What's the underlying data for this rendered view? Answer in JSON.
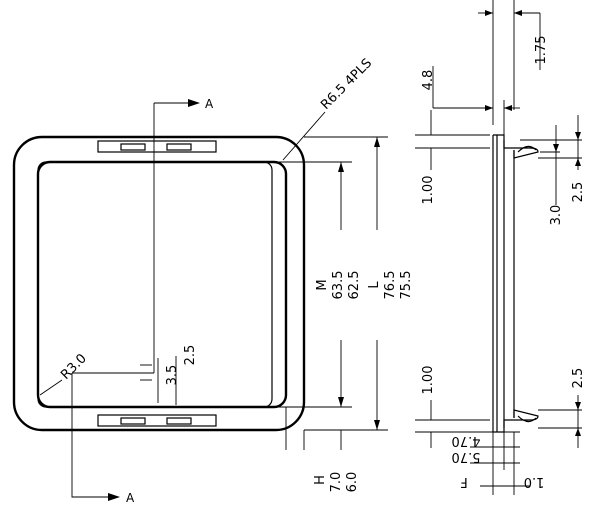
{
  "labels": {
    "radius_corner": "R6.5 4PLS",
    "radius_inner": "R3.0",
    "section_top": "A",
    "section_bottom": "A",
    "dim_3_5": "3.5",
    "dim_2_5_left": "2.5",
    "dim_M": "M",
    "dim_63_5": "63.5",
    "dim_62_5": "62.5",
    "dim_L": "L",
    "dim_76_5": "76.5",
    "dim_75_5": "75.5",
    "dim_H": "H",
    "dim_7_0": "7.0",
    "dim_6_0": "6.0",
    "dim_1_75": "1.75",
    "dim_4_8": "4.8",
    "dim_1_00_top": "1.00",
    "dim_1_00_bottom": "1.00",
    "dim_3_0": "3.0",
    "dim_2_5_top": "2.5",
    "dim_2_5_bottom": "2.5",
    "dim_4_70": "4.70",
    "dim_5_70": "5.70",
    "dim_F": "F",
    "dim_1_0": "1.0"
  }
}
